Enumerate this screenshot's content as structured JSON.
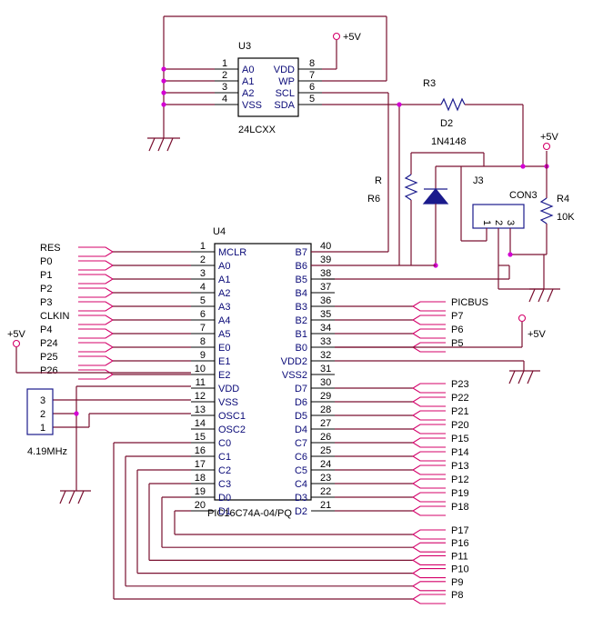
{
  "u3": {
    "ref": "U3",
    "part": "24LCXX",
    "left_pins": [
      {
        "num": "1",
        "name": "A0"
      },
      {
        "num": "2",
        "name": "A1"
      },
      {
        "num": "3",
        "name": "A2"
      },
      {
        "num": "4",
        "name": "VSS"
      }
    ],
    "right_pins": [
      {
        "num": "8",
        "name": "VDD"
      },
      {
        "num": "7",
        "name": "WP"
      },
      {
        "num": "6",
        "name": "SCL"
      },
      {
        "num": "5",
        "name": "SDA"
      }
    ]
  },
  "u4": {
    "ref": "U4",
    "part": "PIC16C74A-04/PQ",
    "left_pins": [
      {
        "num": "1",
        "name": "MCLR"
      },
      {
        "num": "2",
        "name": "A0"
      },
      {
        "num": "3",
        "name": "A1"
      },
      {
        "num": "4",
        "name": "A2"
      },
      {
        "num": "5",
        "name": "A3"
      },
      {
        "num": "6",
        "name": "A4"
      },
      {
        "num": "7",
        "name": "A5"
      },
      {
        "num": "8",
        "name": "E0"
      },
      {
        "num": "9",
        "name": "E1"
      },
      {
        "num": "10",
        "name": "E2"
      },
      {
        "num": "11",
        "name": "VDD"
      },
      {
        "num": "12",
        "name": "VSS"
      },
      {
        "num": "13",
        "name": "OSC1"
      },
      {
        "num": "14",
        "name": "OSC2"
      },
      {
        "num": "15",
        "name": "C0"
      },
      {
        "num": "16",
        "name": "C1"
      },
      {
        "num": "17",
        "name": "C2"
      },
      {
        "num": "18",
        "name": "C3"
      },
      {
        "num": "19",
        "name": "D0"
      },
      {
        "num": "20",
        "name": "D1"
      }
    ],
    "right_pins": [
      {
        "num": "40",
        "name": "B7"
      },
      {
        "num": "39",
        "name": "B6"
      },
      {
        "num": "38",
        "name": "B5"
      },
      {
        "num": "37",
        "name": "B4"
      },
      {
        "num": "36",
        "name": "B3"
      },
      {
        "num": "35",
        "name": "B2"
      },
      {
        "num": "34",
        "name": "B1"
      },
      {
        "num": "33",
        "name": "B0"
      },
      {
        "num": "32",
        "name": "VDD2"
      },
      {
        "num": "31",
        "name": "VSS2"
      },
      {
        "num": "30",
        "name": "D7"
      },
      {
        "num": "29",
        "name": "D6"
      },
      {
        "num": "28",
        "name": "D5"
      },
      {
        "num": "27",
        "name": "D4"
      },
      {
        "num": "26",
        "name": "C7"
      },
      {
        "num": "25",
        "name": "C6"
      },
      {
        "num": "24",
        "name": "C5"
      },
      {
        "num": "23",
        "name": "C4"
      },
      {
        "num": "22",
        "name": "D3"
      },
      {
        "num": "21",
        "name": "D2"
      }
    ]
  },
  "left_ports": [
    "RES",
    "P0",
    "P1",
    "P2",
    "P3",
    "CLKIN",
    "P4",
    "P24",
    "P25",
    "P26"
  ],
  "right_ports_b": [
    "PICBUS",
    "P7",
    "P6",
    "P5"
  ],
  "right_ports_d": [
    "P23",
    "P22",
    "P21",
    "P20",
    "P15",
    "P14",
    "P13",
    "P12",
    "P19",
    "P18"
  ],
  "bottom_ports": [
    "P17",
    "P16",
    "P11",
    "P10",
    "P9",
    "P8"
  ],
  "r3": {
    "ref": "R3"
  },
  "d2": {
    "ref": "D2",
    "part": "1N4148"
  },
  "r6": {
    "ref": "R",
    "ref2": "R6"
  },
  "j3": {
    "ref": "J3",
    "part": "CON3",
    "pins": [
      "1",
      "2",
      "3"
    ]
  },
  "r4": {
    "ref": "R4",
    "value": "10K"
  },
  "crystal": {
    "value": "4.19MHz",
    "pins": [
      "3",
      "2",
      "1"
    ]
  },
  "supplies": {
    "u3_vdd": "+5V",
    "r4_top": "+5V",
    "u4_vdd2": "+5V",
    "u4_vdd": "+5V"
  }
}
